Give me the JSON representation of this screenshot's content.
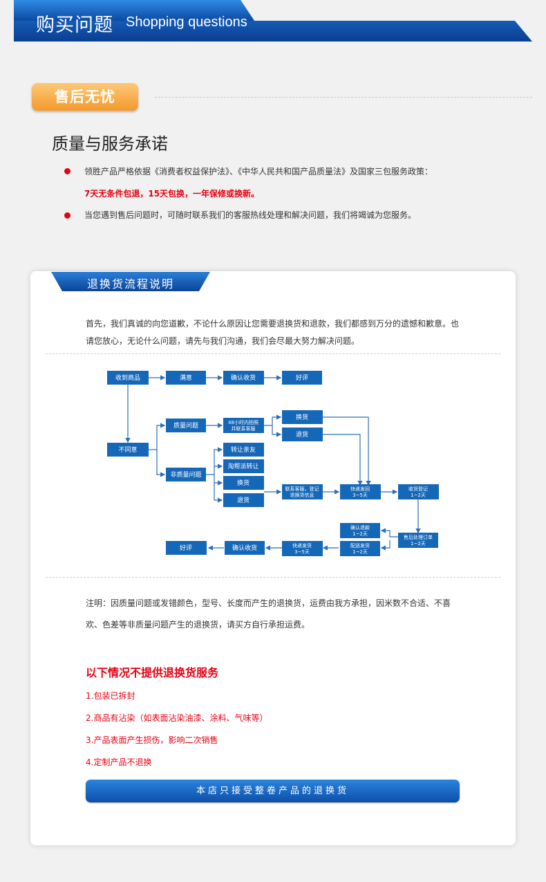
{
  "header": {
    "title_cn": "购买问题",
    "title_en": "Shopping questions"
  },
  "after_sales": {
    "badge": "售后无忧",
    "title": "质量与服务承诺",
    "bullet1": "领胜产品严格依据《消费者权益保护法》、《中华人民共和国产品质量法》及国家三包服务政策：",
    "highlight": "7天无条件包退，15天包换，一年保修或换新。",
    "bullet2": "当您遇到售后问题时，可随时联系我们的客服热线处理和解决问题，我们将竭诚为您服务。"
  },
  "return_card": {
    "tab": "退换货流程说明",
    "intro_line1": "首先，我们真诚的向您道歉，不论什么原因让您需要退换货和退款，我们都感到万分的遗憾和歉意。也",
    "intro_line2": "请您放心，无论什么问题，请先与我们沟通，我们会尽最大努力解决问题。",
    "note_line1": "注明：因质量问题或发错颜色，型号、长度而产生的退换货，运费由我方承担，因米数不合适、不喜",
    "note_line2": "欢、色差等非质量问题产生的退换货，请买方自行承担运费。",
    "no_service_title": "以下情况不提供退换货服务",
    "no_service_items": [
      "1.包装已拆封",
      "2.商品有沾染（如表面沾染油漆、涂料、气味等）",
      "3.产品表面产生损伤，影响二次销售",
      "4.定制产品不退换"
    ],
    "bottom_button": "本店只接受整卷产品的退换货"
  },
  "flow": {
    "receive": "收到商品",
    "satisfied": "满意",
    "confirm1": "确认收货",
    "good1": "好评",
    "quality": "质量问题",
    "contact48_l1": "48小时内拍照",
    "contact48_l2": "并联系客服",
    "exchange1": "换货",
    "return1": "退货",
    "unsatisfied": "不同意",
    "nonquality": "非质量问题",
    "transfer": "转让亲友",
    "taobao": "淘帮派转让",
    "exchange2": "换货",
    "return2": "退货",
    "register_l1": "联系客服，登记",
    "register_l2": "退换货信息",
    "ship_back_l1": "快递发回",
    "ship_back_l2": "3~5天",
    "receipt_l1": "收货登记",
    "receipt_l2": "1~2天",
    "refund_l1": "确认退款",
    "refund_l2": "1~2天",
    "process_l1": "售后处理订单",
    "process_l2": "1~2天",
    "deliver_l1": "配送发货",
    "deliver_l2": "1~2天",
    "express_l1": "快递发货",
    "express_l2": "3~5天",
    "confirm2": "确认收货",
    "good2": "好评"
  }
}
